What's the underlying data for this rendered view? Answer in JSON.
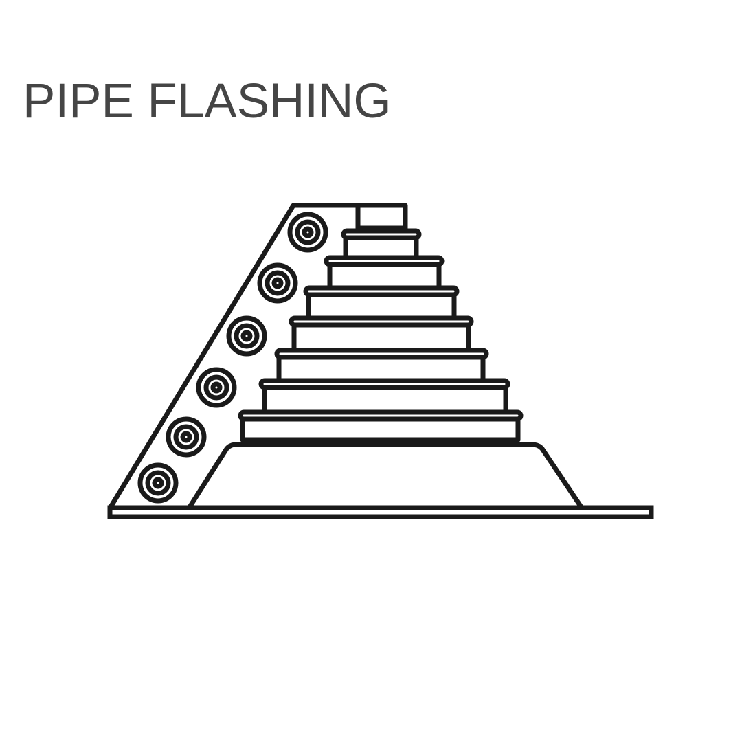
{
  "title": "PIPE FLASHING",
  "colors": {
    "background": "#ffffff",
    "title_text": "#454545",
    "line": "#1a1a1a"
  },
  "illustration": {
    "subject": "pipe-flashing-boot",
    "step_count": 8,
    "screw_count": 6
  }
}
